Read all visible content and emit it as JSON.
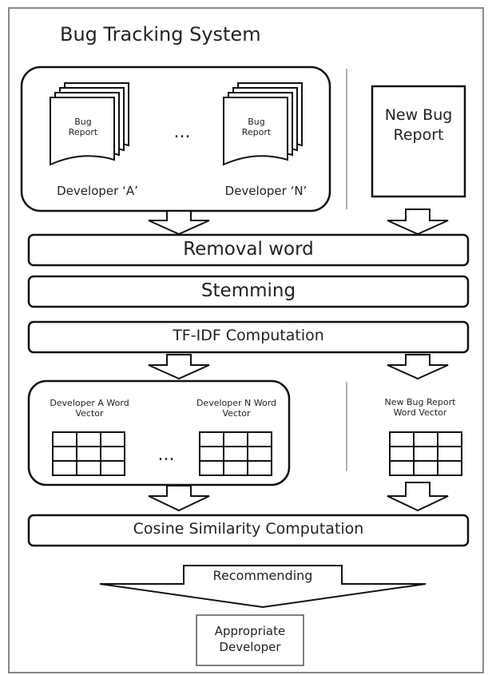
{
  "title": "Bug Tracking System",
  "bug_reports": {
    "doc_label": "Bug Report",
    "ellipsis": "...",
    "developer_a": "Developer ‘A’",
    "developer_n": "Developer ‘N’"
  },
  "new_bug_report": "New Bug Report",
  "steps": {
    "removal_word": "Removal word",
    "stemming": "Stemming",
    "tfidf": "TF-IDF Computation",
    "cosine": "Cosine Similarity Computation"
  },
  "vectors": {
    "developer_a": "Developer A Word Vector",
    "developer_n": "Developer N Word Vector",
    "ellipsis": "...",
    "new_bug": "New Bug Report Word Vector"
  },
  "recommending": "Recommending",
  "result": "Appropriate Developer"
}
